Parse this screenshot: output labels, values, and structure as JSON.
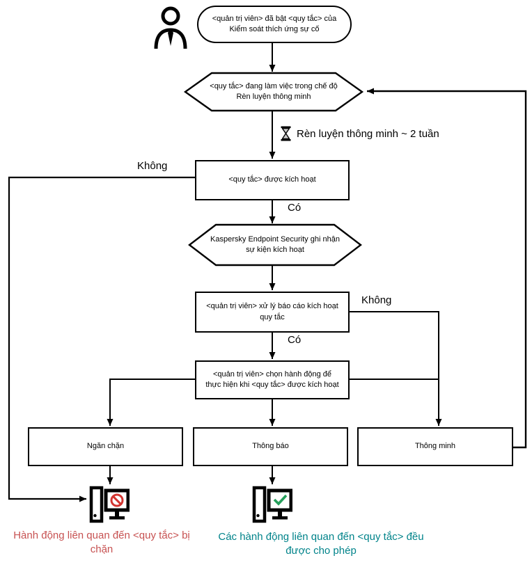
{
  "diagram": {
    "type": "flowchart",
    "topic": "Kaspersky Endpoint Security - Adaptive Anomaly Control rule workflow (Vietnamese)"
  },
  "nodes": {
    "start": {
      "text": "<quản trị viên> đã bật <quy tắc> của Kiểm soát thích ứng sự cố"
    },
    "hex_training": {
      "text": "<quy tắc> đang làm việc trong chế độ Rèn luyện thông minh"
    },
    "rect_triggered": {
      "text": "<quy tắc> được kích hoạt"
    },
    "hex_event": {
      "text": "Kaspersky Endpoint Security ghi nhận sự kiện kích hoạt"
    },
    "rect_report": {
      "text": "<quản trị viên> xử lý báo cáo kích hoạt quy tắc"
    },
    "rect_choose": {
      "text": "<quản trị viên> chọn hành động để thực hiện khi <quy tắc> được kích hoạt"
    },
    "box_block": {
      "text": "Ngăn chặn"
    },
    "box_notify": {
      "text": "Thông báo"
    },
    "box_smart": {
      "text": "Thông minh"
    }
  },
  "labels": {
    "training_duration": "Rèn luyện thông minh ~ 2 tuần",
    "no_left": "Không",
    "no_right": "Không",
    "yes_1": "Có",
    "yes_2": "Có"
  },
  "captions": {
    "blocked": "Hành động liên quan đến <quy tắc> bị chặn",
    "allowed": "Các hành động liên quan đến <quy tắc> đều được cho phép"
  },
  "icons": {
    "person": "user-icon",
    "hourglass": "hourglass-icon",
    "computer_blocked": "computer-blocked-icon",
    "computer_allowed": "computer-allowed-icon"
  },
  "colors": {
    "line": "#000000",
    "blocked_text": "#c75252",
    "allowed_text": "#00838a",
    "prohibit_red": "#d23430",
    "check_green": "#26a05c"
  }
}
